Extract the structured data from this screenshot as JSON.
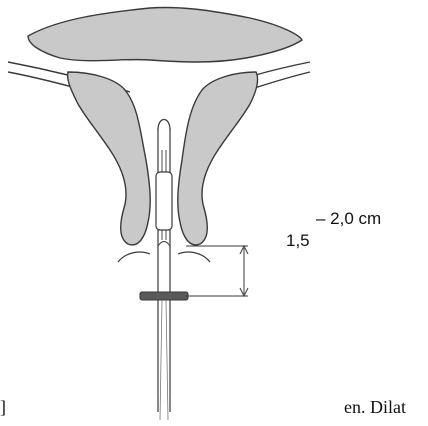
{
  "diagram": {
    "measure_from": "1,5",
    "measure_to": "– 2,0 cm",
    "clipped_left": "]",
    "clipped_right": "en. Dilat"
  },
  "colors": {
    "tissue": "#c9c9c9",
    "outline": "#3a3a3a",
    "device": "#ffffff",
    "stopper": "#5a5a5a",
    "text": "#111111"
  }
}
